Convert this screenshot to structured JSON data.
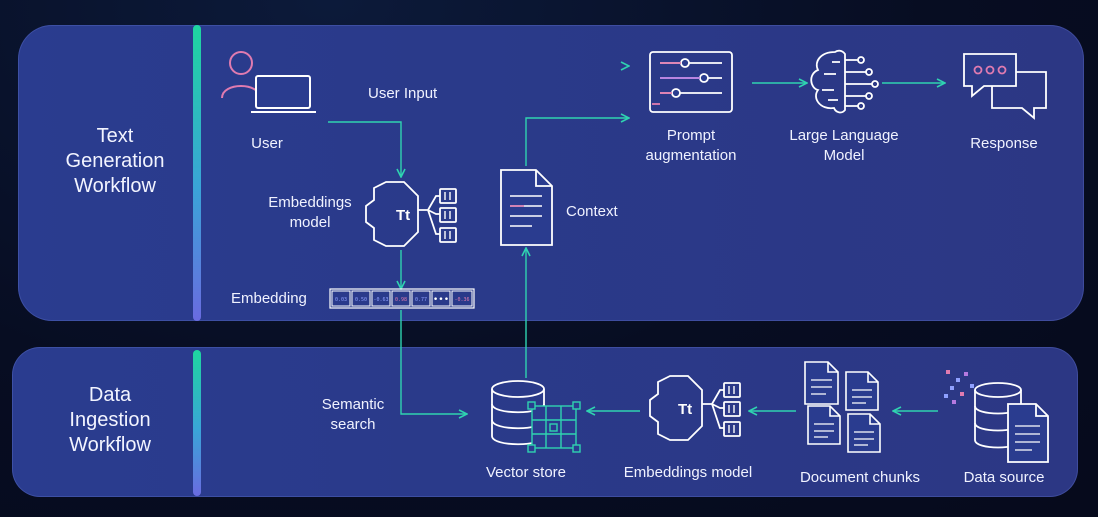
{
  "workflows": {
    "text_generation": "Text\nGeneration\nWorkflow",
    "data_ingestion": "Data\nIngestion\nWorkflow"
  },
  "nodes": {
    "user": "User",
    "user_input": "User Input",
    "prompt_augmentation": "Prompt\naugmentation",
    "llm": "Large Language\nModel",
    "response": "Response",
    "embeddings_model_top": "Embeddings\nmodel",
    "context": "Context",
    "embedding": "Embedding",
    "semantic_search": "Semantic\nsearch",
    "vector_store": "Vector store",
    "embeddings_model_bottom": "Embeddings model",
    "document_chunks": "Document chunks",
    "data_source": "Data source"
  },
  "embedding_values": [
    "0.03",
    "0.50",
    "-0.63",
    "0.98",
    "0.77",
    "•••",
    "-0.36"
  ],
  "model_glyph": "Tt",
  "colors": {
    "panel": "#2a3c8f",
    "accent_green": "#1ed6a0",
    "arrow": "#2fd3b0",
    "user_pink": "#e07bb0",
    "icon_white": "#ffffff"
  }
}
